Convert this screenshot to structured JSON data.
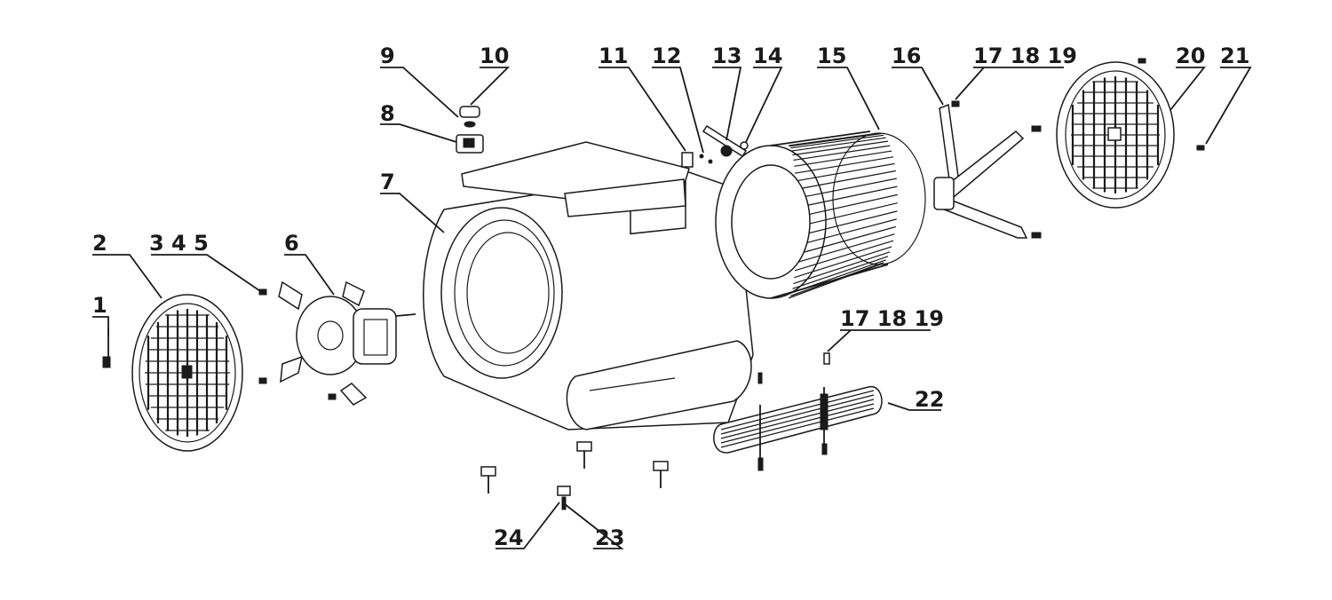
{
  "callouts": {
    "c1": "1",
    "c2": "2",
    "c3_4_5": "3 4 5",
    "c6": "6",
    "c7": "7",
    "c8": "8",
    "c9": "9",
    "c10": "10",
    "c11": "11",
    "c12": "12",
    "c13": "13",
    "c14": "14",
    "c15": "15",
    "c16": "16",
    "c17_18_19_top": "17 18 19",
    "c20": "20",
    "c21": "21",
    "c17_18_19_bottom": "17 18 19",
    "c22": "22",
    "c23": "23",
    "c24": "24"
  }
}
